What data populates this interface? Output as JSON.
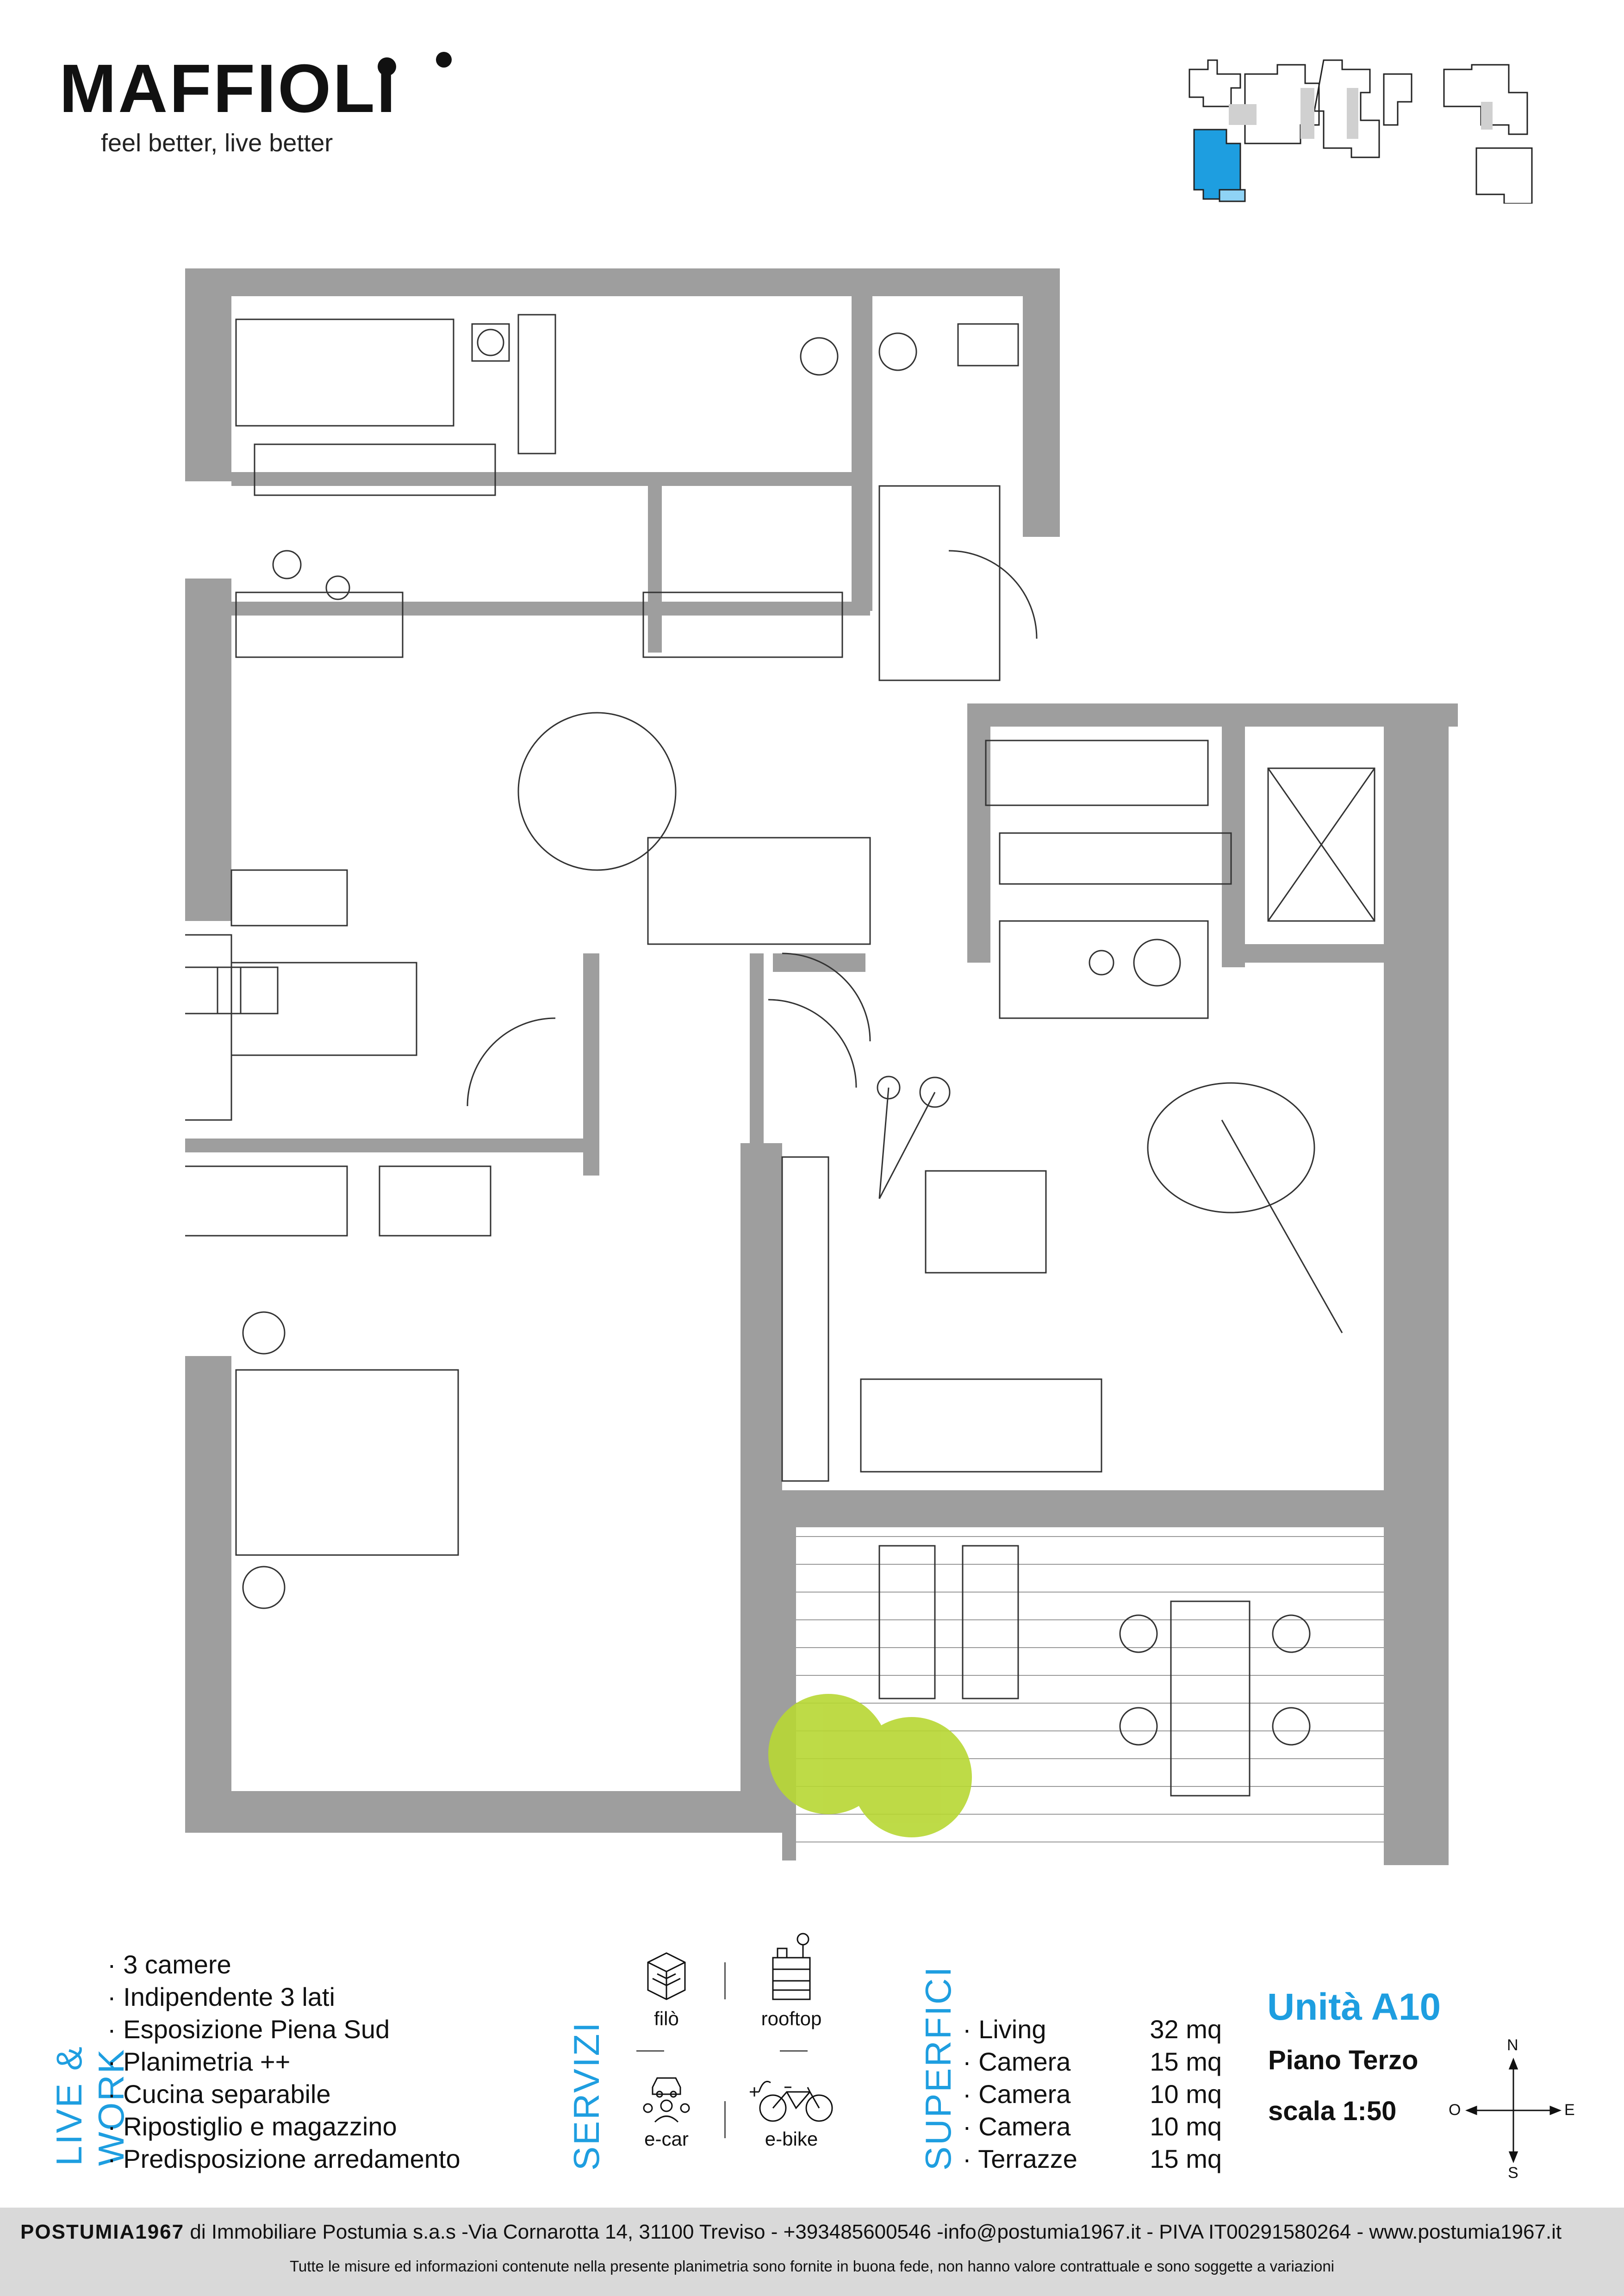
{
  "brand": {
    "name": "MAFFIOLI",
    "tagline": "feel better, live better"
  },
  "colors": {
    "accent": "#1e9ee0",
    "wall": "#9e9e9e",
    "plant": "#b7d733",
    "keyplan_highlight": "#1e9ee0"
  },
  "live_work": {
    "title": "LIVE & WORK",
    "features": [
      "3 camere",
      "Indipendente 3 lati",
      "Esposizione Piena Sud",
      "Planimetria ++",
      "Cucina separabile",
      "Ripostiglio e magazzino",
      "Predisposizione arredamento"
    ]
  },
  "servizi": {
    "title": "SERVIZI",
    "items": [
      {
        "label": "filò",
        "icon": "cube-grid-icon"
      },
      {
        "label": "rooftop",
        "icon": "rooftop-icon"
      },
      {
        "label": "e-car",
        "icon": "e-car-icon"
      },
      {
        "label": "e-bike",
        "icon": "e-bike-icon"
      }
    ]
  },
  "superfici": {
    "title": "SUPERFICI",
    "rows": [
      {
        "label": "Living",
        "value": "32 mq"
      },
      {
        "label": "Camera",
        "value": "15 mq"
      },
      {
        "label": "Camera",
        "value": "10 mq"
      },
      {
        "label": "Camera",
        "value": "10 mq"
      },
      {
        "label": "Terrazze",
        "value": "15 mq"
      }
    ]
  },
  "unit": {
    "name": "Unità A10",
    "floor": "Piano Terzo",
    "scale": "scala 1:50"
  },
  "compass": {
    "n": "N",
    "s": "S",
    "e": "E",
    "w": "O"
  },
  "footer": {
    "company": "POSTUMIA1967",
    "details": "di Immobiliare Postumia s.a.s -Via Cornarotta 14, 31100 Treviso - +393485600546 -info@postumia1967.it - PIVA IT00291580264 - www.postumia1967.it",
    "disclaimer": "Tutte le misure ed informazioni contenute nella presente planimetria sono fornite in buona fede, non hanno valore contrattuale e sono soggette a variazioni"
  }
}
